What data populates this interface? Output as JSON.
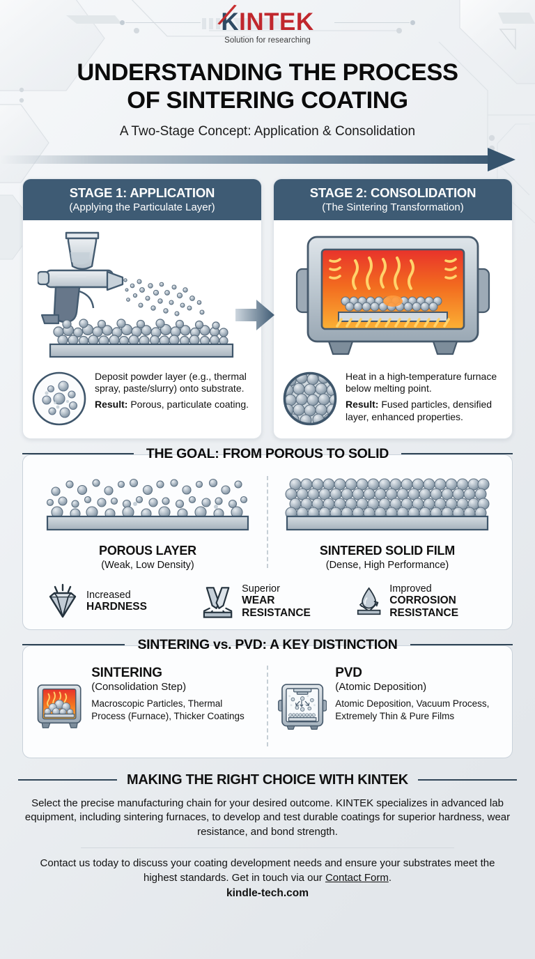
{
  "brand": {
    "logo_k": "K",
    "logo_rest": "INTEK",
    "tagline": "Solution for researching",
    "accent_red": "#c0272d",
    "accent_navy": "#2e4a63"
  },
  "header": {
    "title_line1": "UNDERSTANDING THE PROCESS",
    "title_line2": "OF SINTERING COATING",
    "subtitle": "A Two-Stage Concept: Application & Consolidation"
  },
  "stages": [
    {
      "heading": "STAGE 1: APPLICATION",
      "subheading": "(Applying the Particulate Layer)",
      "art": "spray-gun-powder-substrate",
      "inset_icon": "loose-particles-circle",
      "desc": "Deposit powder layer (e.g., thermal spray, paste/slurry) onto substrate.",
      "result_label": "Result:",
      "result_text": " Porous, particulate coating."
    },
    {
      "heading": "STAGE 2: CONSOLIDATION",
      "subheading": "(The Sintering Transformation)",
      "art": "furnace-heating-powder",
      "inset_icon": "fused-particles-circle",
      "desc": "Heat in a high-temperature furnace below melting point.",
      "result_label": "Result:",
      "result_text": " Fused particles, densified layer, enhanced properties."
    }
  ],
  "goal": {
    "section_title": "THE GOAL: FROM POROUS TO SOLID",
    "columns": [
      {
        "art": "porous-layer-diagram",
        "name": "POROUS LAYER",
        "note": "(Weak, Low Density)"
      },
      {
        "art": "sintered-solid-film-diagram",
        "name": "SINTERED SOLID FILM",
        "note": "(Dense, High Performance)"
      }
    ],
    "benefits": [
      {
        "icon": "diamond-icon",
        "line1": "Increased",
        "line2": "HARDNESS"
      },
      {
        "icon": "wear-impact-icon",
        "line1": "Superior",
        "line2": "WEAR RESISTANCE"
      },
      {
        "icon": "water-droplet-icon",
        "line1": "Improved",
        "line2": "CORROSION RESISTANCE"
      }
    ]
  },
  "compare": {
    "section_title": "SINTERING vs. PVD: A KEY DISTINCTION",
    "items": [
      {
        "icon": "hot-furnace-icon",
        "name": "SINTERING",
        "sub": "(Consolidation Step)",
        "details": "Macroscopic Particles, Thermal Process (Furnace), Thicker Coatings"
      },
      {
        "icon": "vacuum-chamber-icon",
        "name": "PVD",
        "sub": "(Atomic Deposition)",
        "details": "Atomic Deposition, Vacuum Process, Extremely Thin & Pure Films"
      }
    ]
  },
  "footer": {
    "title": "MAKING THE RIGHT CHOICE WITH KINTEK",
    "paragraph1": "Select the precise manufacturing chain for your desired outcome. KINTEK specializes in advanced lab equipment, including sintering furnaces, to develop and test durable coatings for superior hardness, wear resistance, and bond strength.",
    "paragraph2_pre": "Contact us today to discuss your coating development needs and ensure your substrates meet the highest standards. Get in touch via our ",
    "paragraph2_link": "Contact Form",
    "paragraph2_post": ".",
    "site": "kindle-tech.com"
  }
}
